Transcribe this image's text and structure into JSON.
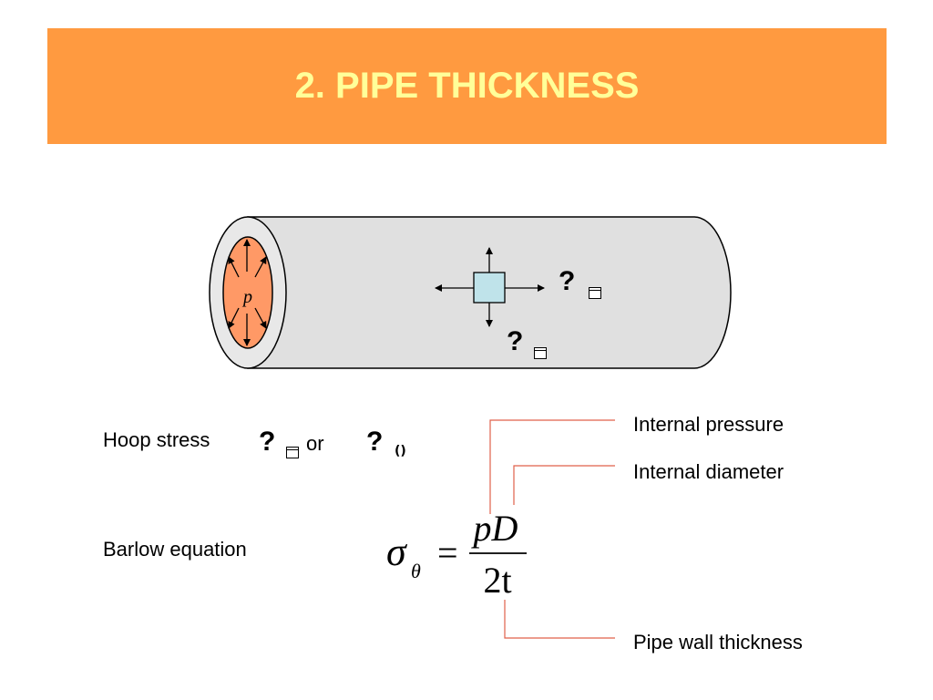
{
  "slide": {
    "title": "2. PIPE THICKNESS"
  },
  "diagram": {
    "pressure_symbol": "p",
    "stress_symbol": "?"
  },
  "hoop": {
    "label": "Hoop stress",
    "connector": "or"
  },
  "barlow": {
    "label": "Barlow equation",
    "lhs_symbol": "σ",
    "lhs_subscript": "θ",
    "equals": "=",
    "numerator": "pD",
    "denominator": "2t"
  },
  "annotations": {
    "pressure": "Internal pressure",
    "diameter": "Internal diameter",
    "thickness": "Pipe wall thickness"
  },
  "colors": {
    "title_band": "#ff9a40",
    "title_text": "#ffff99",
    "pipe_body": "#e0e0e0",
    "pressure_fill": "#ff9966",
    "element_fill": "#bfe3ea",
    "leader_line": "#e0604a"
  }
}
